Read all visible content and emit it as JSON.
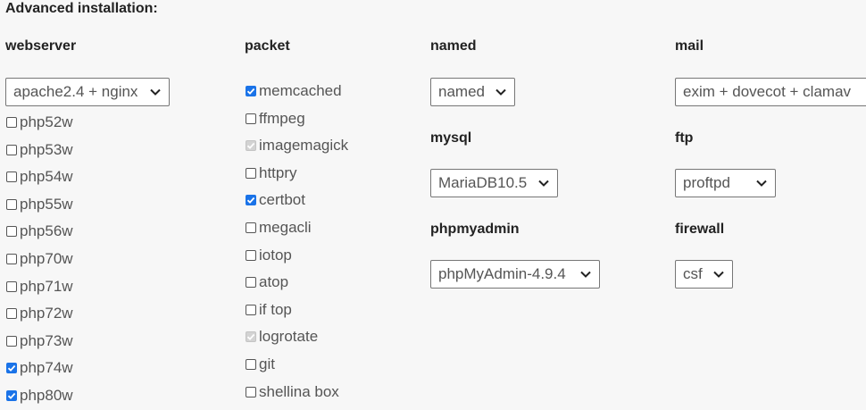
{
  "title": "Advanced installation:",
  "webserver": {
    "heading": "webserver",
    "select_value": "apache2.4 + nginx",
    "options": [
      {
        "label": "php52w",
        "state": "unchecked"
      },
      {
        "label": "php53w",
        "state": "unchecked"
      },
      {
        "label": "php54w",
        "state": "unchecked"
      },
      {
        "label": "php55w",
        "state": "unchecked"
      },
      {
        "label": "php56w",
        "state": "unchecked"
      },
      {
        "label": "php70w",
        "state": "unchecked"
      },
      {
        "label": "php71w",
        "state": "unchecked"
      },
      {
        "label": "php72w",
        "state": "unchecked"
      },
      {
        "label": "php73w",
        "state": "unchecked"
      },
      {
        "label": "php74w",
        "state": "checked"
      },
      {
        "label": "php80w",
        "state": "checked"
      }
    ]
  },
  "packet": {
    "heading": "packet",
    "options": [
      {
        "label": "memcached",
        "state": "checked"
      },
      {
        "label": "ffmpeg",
        "state": "unchecked"
      },
      {
        "label": "imagemagick",
        "state": "checked-disabled"
      },
      {
        "label": "httpry",
        "state": "unchecked"
      },
      {
        "label": "certbot",
        "state": "checked"
      },
      {
        "label": "megacli",
        "state": "unchecked"
      },
      {
        "label": "iotop",
        "state": "unchecked"
      },
      {
        "label": "atop",
        "state": "unchecked"
      },
      {
        "label": "if top",
        "state": "unchecked"
      },
      {
        "label": "logrotate",
        "state": "checked-disabled"
      },
      {
        "label": "git",
        "state": "unchecked"
      },
      {
        "label": "shellina box",
        "state": "unchecked"
      }
    ]
  },
  "named": {
    "heading": "named",
    "select_value": "named"
  },
  "mysql": {
    "heading": "mysql",
    "select_value": "MariaDB10.5"
  },
  "phpmyadmin": {
    "heading": "phpmyadmin",
    "select_value": "phpMyAdmin-4.9.4"
  },
  "mail": {
    "heading": "mail",
    "select_value": "exim + dovecot + clamav"
  },
  "ftp": {
    "heading": "ftp",
    "select_value": "proftpd"
  },
  "firewall": {
    "heading": "firewall",
    "select_value": "csf"
  },
  "colors": {
    "accent": "#1a73e8",
    "disabled": "#d3d3d3"
  }
}
